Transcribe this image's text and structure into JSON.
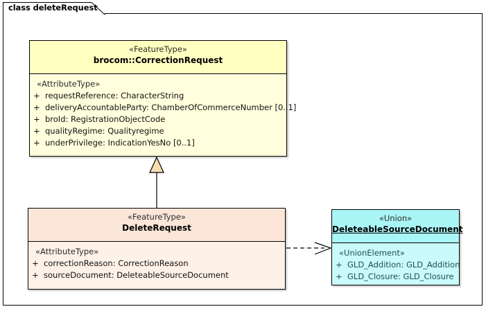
{
  "diagram": {
    "tab_label": "class deleteRequest",
    "type": "uml-class-diagram",
    "colors": {
      "feature_type_fill": "#ffffc0",
      "feature_type_body_fill": "#ffffdd",
      "delete_request_fill": "#fbe6d8",
      "delete_request_body_fill": "#fdf1e8",
      "union_fill": "#aaf5f5",
      "union_body_fill": "#c9fbfb",
      "generalization_arrow_fill": "#f5ddb0",
      "border": "#000000"
    }
  },
  "classes": {
    "correction_request": {
      "stereotype": "«FeatureType»",
      "name": "brocom::CorrectionRequest",
      "attribute_group": "«AttributeType»",
      "attributes": [
        {
          "visibility": "+",
          "text": "requestReference: CharacterString"
        },
        {
          "visibility": "+",
          "text": "deliveryAccountableParty: ChamberOfCommerceNumber [0..1]"
        },
        {
          "visibility": "+",
          "text": "broId: RegistrationObjectCode"
        },
        {
          "visibility": "+",
          "text": "qualityRegime: Qualityregime"
        },
        {
          "visibility": "+",
          "text": "underPrivilege: IndicationYesNo [0..1]"
        }
      ]
    },
    "delete_request": {
      "stereotype": "«FeatureType»",
      "name": "DeleteRequest",
      "attribute_group": "«AttributeType»",
      "attributes": [
        {
          "visibility": "+",
          "text": "correctionReason: CorrectionReason"
        },
        {
          "visibility": "+",
          "text": "sourceDocument: DeleteableSourceDocument"
        }
      ]
    },
    "deleteable_source_document": {
      "stereotype": "«Union»",
      "name": "DeleteableSourceDocument",
      "attribute_group": "«UnionElement»",
      "attributes": [
        {
          "visibility": "+",
          "text": "GLD_Addition: GLD_Addition"
        },
        {
          "visibility": "+",
          "text": "GLD_Closure: GLD_Closure"
        }
      ]
    }
  },
  "relationships": [
    {
      "kind": "generalization",
      "source": "DeleteRequest",
      "target": "brocom::CorrectionRequest",
      "line_style": "solid",
      "arrowhead": "hollow-triangle"
    },
    {
      "kind": "dependency",
      "source": "DeleteRequest",
      "target": "DeleteableSourceDocument",
      "line_style": "dashed",
      "arrowhead": "open-arrow"
    }
  ]
}
